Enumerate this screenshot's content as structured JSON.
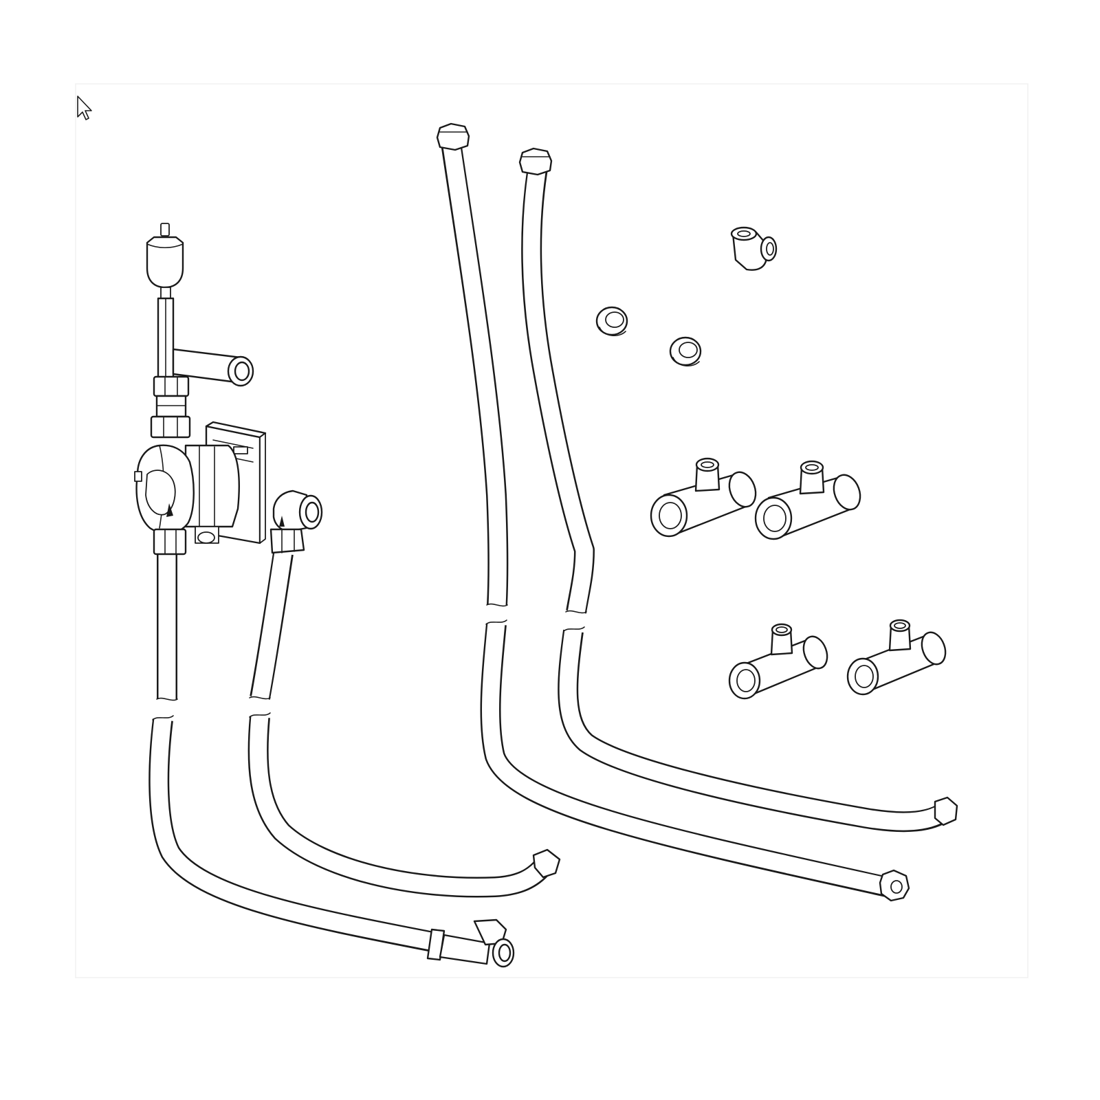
{
  "canvas": {
    "background": "#ffffff",
    "line_color": "#1a1a1a"
  },
  "cursor": {
    "icon": "arrow-pointer-icon"
  },
  "parts": [
    {
      "id": "air-vent",
      "icon": "automatic-air-vent-icon"
    },
    {
      "id": "pump-assembly",
      "icon": "circulation-pump-icon"
    },
    {
      "id": "branch-pipe",
      "icon": "pipe-stub-icon"
    },
    {
      "id": "elbow-connector",
      "icon": "elbow-fitting-icon"
    },
    {
      "id": "hose-1",
      "icon": "flexible-hose-icon"
    },
    {
      "id": "hose-2",
      "icon": "flexible-hose-icon"
    },
    {
      "id": "hose-3",
      "icon": "flexible-hose-icon"
    },
    {
      "id": "hose-4",
      "icon": "flexible-hose-icon"
    },
    {
      "id": "small-elbow",
      "icon": "elbow-fitting-icon"
    },
    {
      "id": "olive-1",
      "icon": "compression-olive-icon"
    },
    {
      "id": "olive-2",
      "icon": "compression-olive-icon"
    },
    {
      "id": "tee-large-1",
      "icon": "tee-fitting-icon"
    },
    {
      "id": "tee-large-2",
      "icon": "tee-fitting-icon"
    },
    {
      "id": "tee-small-1",
      "icon": "tee-fitting-icon"
    },
    {
      "id": "tee-small-2",
      "icon": "tee-fitting-icon"
    }
  ]
}
